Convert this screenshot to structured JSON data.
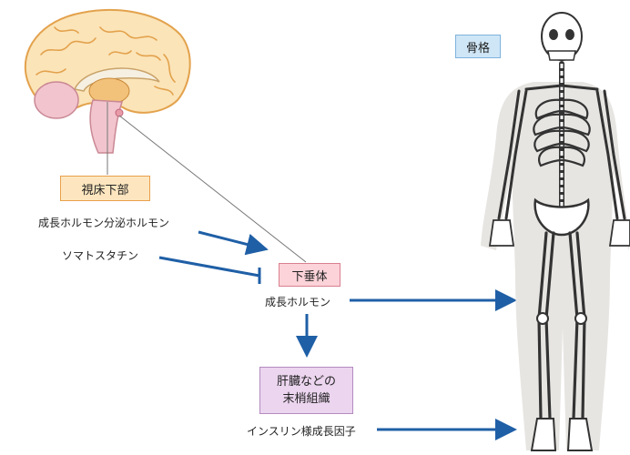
{
  "labels": {
    "hypothalamus": "視床下部",
    "pituitary": "下垂体",
    "liver": "肝臓などの",
    "liver2": "末梢組織",
    "bone": "骨格"
  },
  "hormones": {
    "ghrh": "成長ホルモン分泌ホルモン",
    "somatostatin": "ソマトスタチン",
    "gh": "成長ホルモン",
    "igf1": "インスリン様成長因子"
  },
  "colors": {
    "arrow": "#1f5fa6",
    "hypothalamus_fill": "#fde6bf",
    "hypothalamus_border": "#e8a04a",
    "pituitary_fill": "#fbd3d9",
    "pituitary_border": "#d98090",
    "liver_fill": "#ecd5ef",
    "liver_border": "#b38bbf",
    "bone_fill": "#cfe6f7",
    "bone_border": "#7fb3dc"
  }
}
